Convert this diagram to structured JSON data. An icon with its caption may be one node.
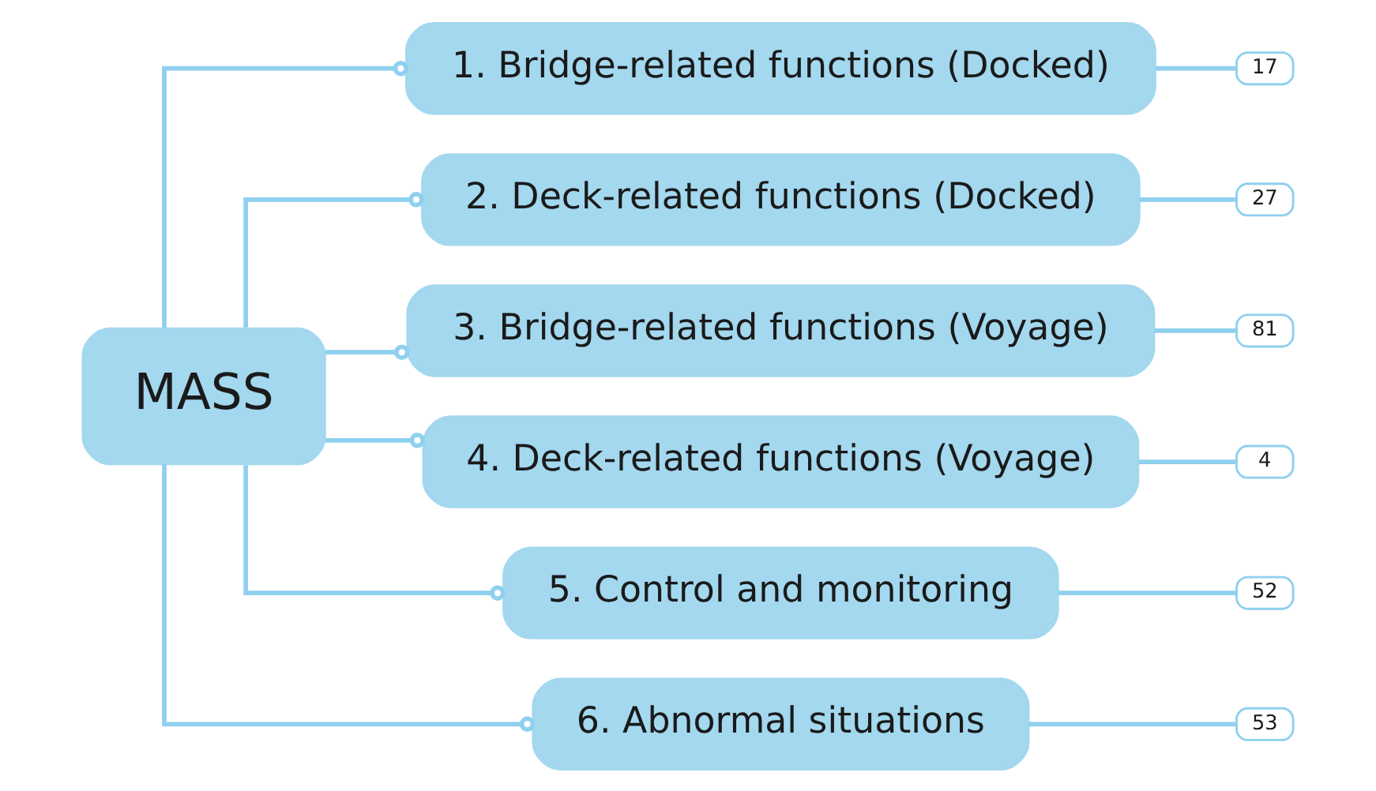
{
  "diagram": {
    "nodes": [
      {
        "text": [
          "MASS"
        ]
      },
      {
        "text": [
          "1. Bridge-related functions (Docked)"
        ]
      },
      {
        "text": [
          "17"
        ]
      },
      {
        "text": [
          "2. Deck-related functions (Docked)"
        ]
      },
      {
        "text": [
          "27"
        ]
      },
      {
        "text": [
          "3. Bridge-related functions (Voyage)"
        ]
      },
      {
        "text": [
          "81"
        ]
      },
      {
        "text": [
          "4. Deck-related functions (Voyage)"
        ]
      },
      {
        "text": [
          "4"
        ]
      },
      {
        "text": [
          "5. Control and monitoring"
        ]
      },
      {
        "text": [
          "52"
        ]
      },
      {
        "text": [
          "6. Abnormal situations"
        ]
      },
      {
        "text": [
          "53"
        ]
      }
    ],
    "edges": [
      {
        "from": 0,
        "to": 1,
        "arrow": "other"
      },
      {
        "from": 0,
        "to": 3,
        "arrow": "other"
      },
      {
        "from": 0,
        "to": 5,
        "arrow": "other"
      },
      {
        "from": 0,
        "to": 7,
        "arrow": "other"
      },
      {
        "from": 0,
        "to": 9,
        "arrow": "other"
      },
      {
        "from": 0,
        "to": 11,
        "arrow": "other"
      },
      {
        "from": 1,
        "to": 2,
        "arrow": "none"
      },
      {
        "from": 3,
        "to": 4,
        "arrow": "none"
      },
      {
        "from": 5,
        "to": 6,
        "arrow": "none"
      },
      {
        "from": 7,
        "to": 8,
        "arrow": "none"
      },
      {
        "from": 9,
        "to": 10,
        "arrow": "none"
      },
      {
        "from": 11,
        "to": 12,
        "arrow": "none"
      }
    ]
  }
}
